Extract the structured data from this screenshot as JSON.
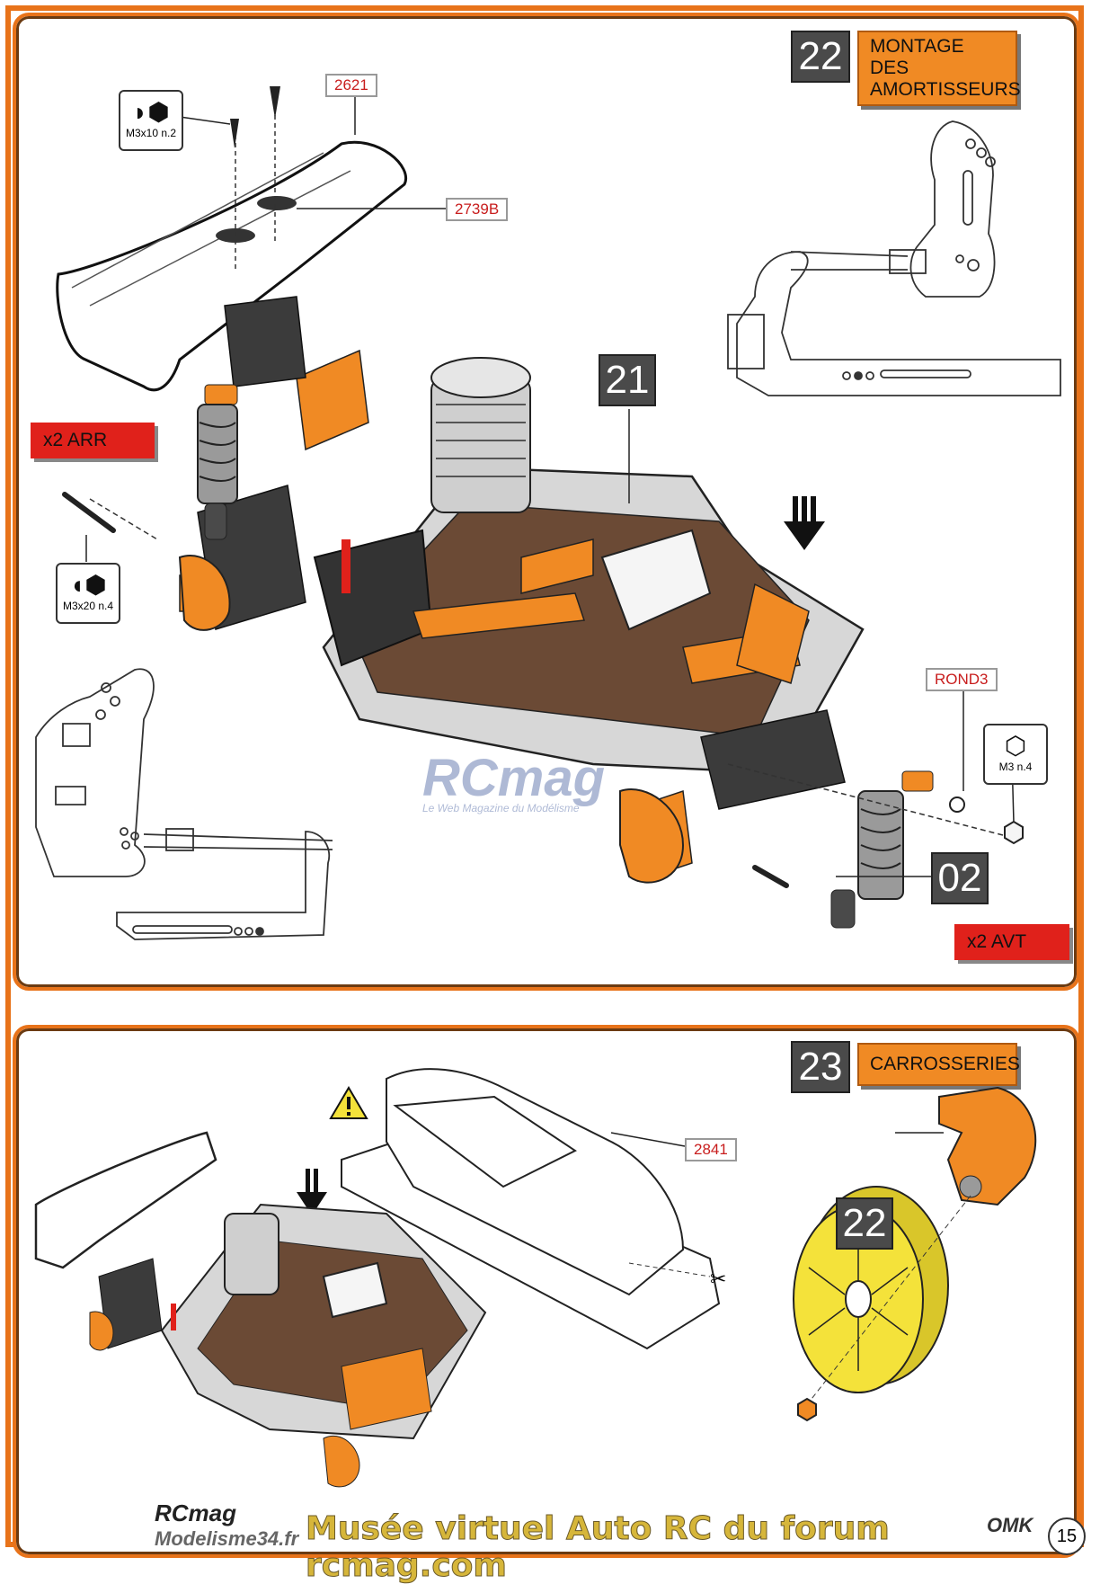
{
  "step22": {
    "number": "22",
    "title_line1": "MONTAGE DES",
    "title_line2": "AMORTISSEURS",
    "refs": {
      "wing": "2621",
      "washer": "2739B",
      "front_washer": "ROND3"
    },
    "hardware": {
      "top": "M3x10 n.2",
      "left": "M3x20 n.4",
      "right": "M3 n.4"
    },
    "tags": {
      "rear": "x2  ARR",
      "front": "x2  AVT"
    },
    "callouts": {
      "c21": "21",
      "c02": "02"
    }
  },
  "step23": {
    "number": "23",
    "title": "CARROSSERIES",
    "refs": {
      "body": "2841"
    },
    "callouts": {
      "c22": "22"
    }
  },
  "watermark": {
    "title": "RCmag",
    "subtitle": "Le Web Magazine du Modélisme"
  },
  "footer": {
    "logo_line1": "RCmag",
    "logo_line2": "Modelisme34.fr",
    "text": "Musée virtuel Auto RC du forum rcmag.com",
    "brand": "OMK",
    "page": "15"
  },
  "colors": {
    "accent": "#e8731a",
    "part_orange": "#f08a24",
    "tag_red": "#e0211b",
    "wheel_yellow": "#f4e23a"
  }
}
